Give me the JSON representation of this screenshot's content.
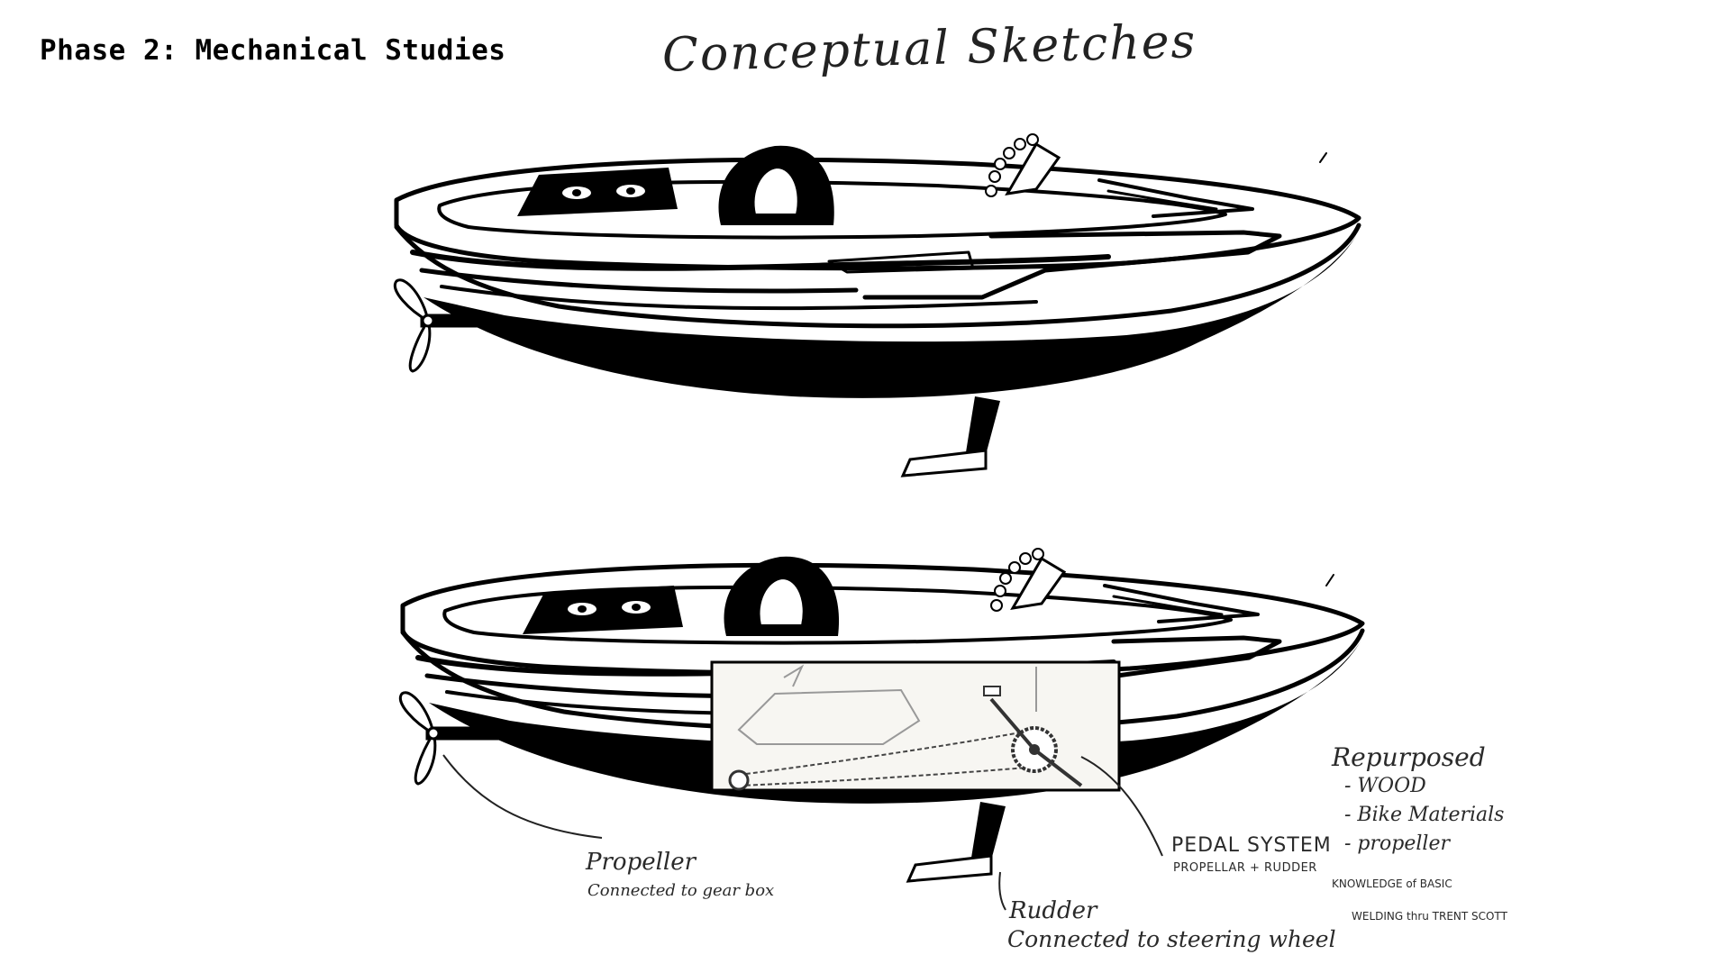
{
  "header": {
    "phase_title": "Phase 2: Mechanical Studies",
    "sketch_title": "Conceptual Sketches"
  },
  "labels": {
    "propeller": "Propeller",
    "propeller_sub": "Connected to gear box",
    "rudder": "Rudder",
    "rudder_sub": "Connected to steering wheel",
    "pedal": "PEDAL SYSTEM",
    "pedal_sub": "PROPELLAR + RUDDER"
  },
  "notes": {
    "title": "Repurposed",
    "items": [
      "- WOOD",
      "- Bike Materials",
      "- propeller"
    ],
    "knowledge_1": "KNOWLEDGE of BASIC",
    "knowledge_2": "WELDING thru TRENT SCOTT"
  }
}
